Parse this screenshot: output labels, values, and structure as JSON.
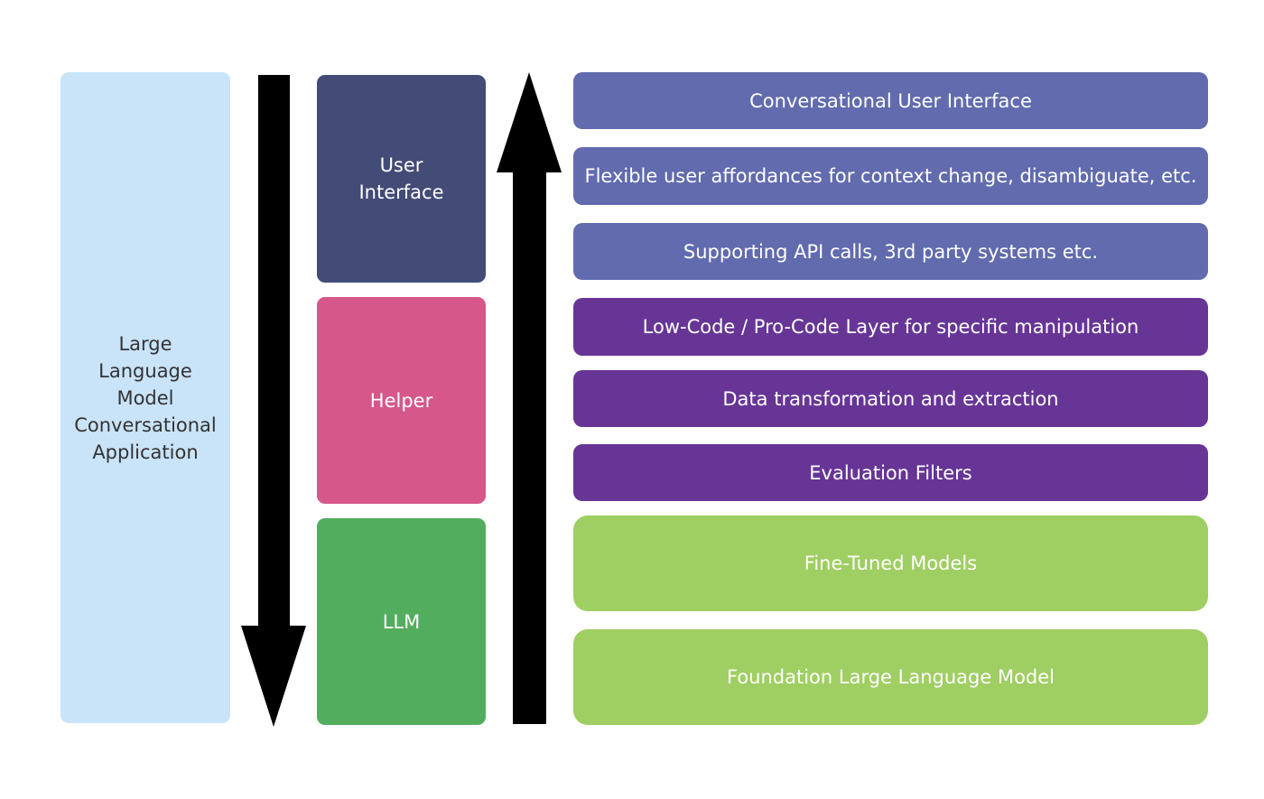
{
  "application": {
    "lines": [
      "Large",
      "Language",
      "Model",
      "Conversational",
      "Application"
    ]
  },
  "components": {
    "user_interface": [
      "User",
      "Interface"
    ],
    "helper": "Helper",
    "llm": "LLM"
  },
  "layers": [
    "Conversational User Interface",
    "Flexible user affordances for context change, disambiguate, etc.",
    "Supporting API calls, 3rd party systems etc.",
    "Low-Code / Pro-Code Layer for specific manipulation",
    "Data transformation and extraction",
    "Evaluation Filters",
    "Fine-Tuned Models",
    "Foundation Large Language Model"
  ],
  "colors": {
    "application": "#c9e3f8",
    "user_interface": "#434b77",
    "helper": "#d6578a",
    "llm": "#52ae5e",
    "interface_layers": "#616bae",
    "processing_layers": "#673596",
    "model_layers": "#9fce62",
    "arrows": "#000000"
  },
  "arrows": {
    "left": "down-arrow",
    "right": "up-arrow"
  }
}
